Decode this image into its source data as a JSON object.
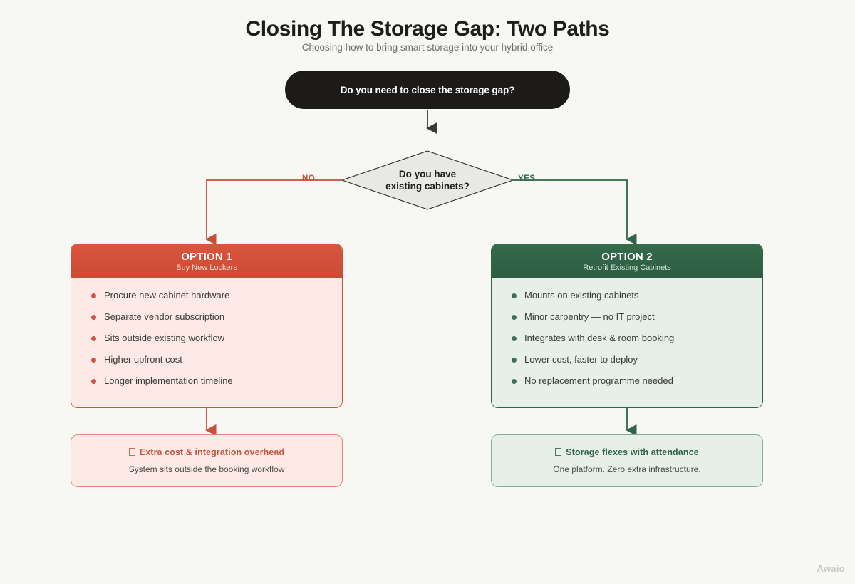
{
  "header": {
    "title": "Closing The Storage Gap: Two Paths",
    "subtitle": "Choosing how to bring smart storage into your hybrid office"
  },
  "flow": {
    "start": {
      "label": "Do you need to close the storage gap?"
    },
    "decision": {
      "line1": "Do you have",
      "line2": "existing cabinets?",
      "no_label": "NO",
      "yes_label": "YES"
    },
    "options": [
      {
        "title": "OPTION 1",
        "subtitle": "Buy New Lockers",
        "accent": "#cc4b33",
        "bullets": [
          "Procure new cabinet hardware",
          "Separate vendor subscription",
          "Sits outside existing workflow",
          "Higher upfront cost",
          "Longer implementation timeline"
        ]
      },
      {
        "title": "OPTION 2",
        "subtitle": "Retrofit Existing Cabinets",
        "accent": "#2d5d41",
        "bullets": [
          "Mounts on existing cabinets",
          "Minor carpentry — no IT project",
          "Integrates with desk & room booking",
          "Lower cost, faster to deploy",
          "No replacement programme needed"
        ]
      }
    ],
    "outcomes": [
      {
        "icon": "missing-glyph-box",
        "headline": "Extra cost & integration overhead",
        "detail": "System sits outside the booking workflow"
      },
      {
        "icon": "missing-glyph-box",
        "headline": "Storage flexes with attendance",
        "detail": "One platform. Zero extra infrastructure."
      }
    ]
  },
  "watermark": "Awaio",
  "colors": {
    "background": "#f7f7f3",
    "ink": "#1d1d1b",
    "red": "#cc4b33",
    "green": "#2d5d41",
    "diamond_fill": "#e8e8e5"
  }
}
